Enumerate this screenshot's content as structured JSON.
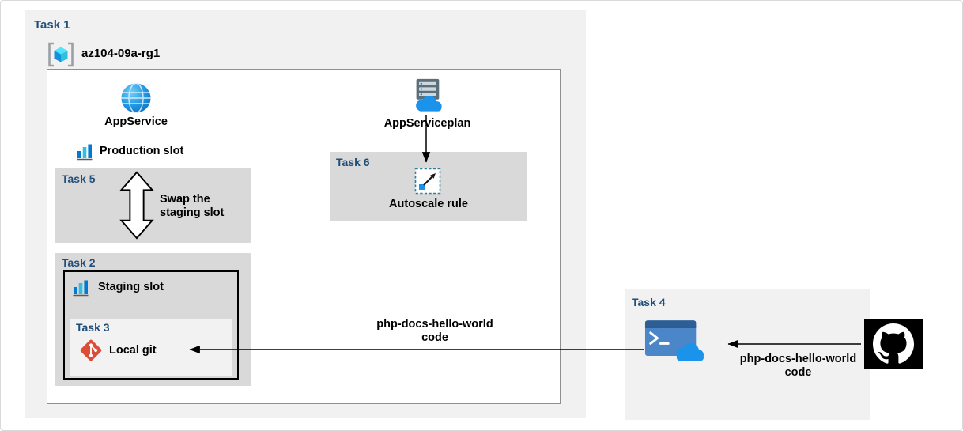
{
  "colors": {
    "task_label_blue": "#1f4e79",
    "outer_panel_gray": "#f1f1f1",
    "task_panel_gray": "#d9d9d9",
    "nested_panel_gray": "#f2f2f2",
    "azure_blue": "#1b93eb",
    "git_red": "#de4c36",
    "github_black": "#000000",
    "arrow_black": "#000000"
  },
  "task1": {
    "label": "Task 1",
    "resource_group_name": "az104-09a-rg1",
    "app_service_label": "AppService",
    "app_service_plan_label": "AppServiceplan",
    "production_slot_label": "Production slot",
    "code_caption": "php-docs-hello-world code",
    "task5": {
      "label": "Task 5",
      "caption": "Swap the staging slot"
    },
    "task6": {
      "label": "Task 6",
      "caption": "Autoscale rule"
    },
    "task2": {
      "label": "Task 2",
      "staging_slot_label": "Staging slot",
      "task3": {
        "label": "Task 3",
        "caption": "Local git"
      }
    }
  },
  "task4": {
    "label": "Task 4",
    "code_caption": "php-docs-hello-world code"
  },
  "icons": {
    "resource_group": "resource-group-icon",
    "app_service": "app-service-globe-icon",
    "app_service_plan": "app-service-plan-icon",
    "production_slot": "deployment-slot-chart-icon",
    "staging_slot": "deployment-slot-chart-icon",
    "swap": "swap-vertical-double-arrow-icon",
    "autoscale": "autoscale-dashed-box-arrow-icon",
    "local_git": "git-diamond-icon",
    "cloud_shell": "azure-cloud-shell-icon",
    "github": "github-octocat-icon"
  }
}
